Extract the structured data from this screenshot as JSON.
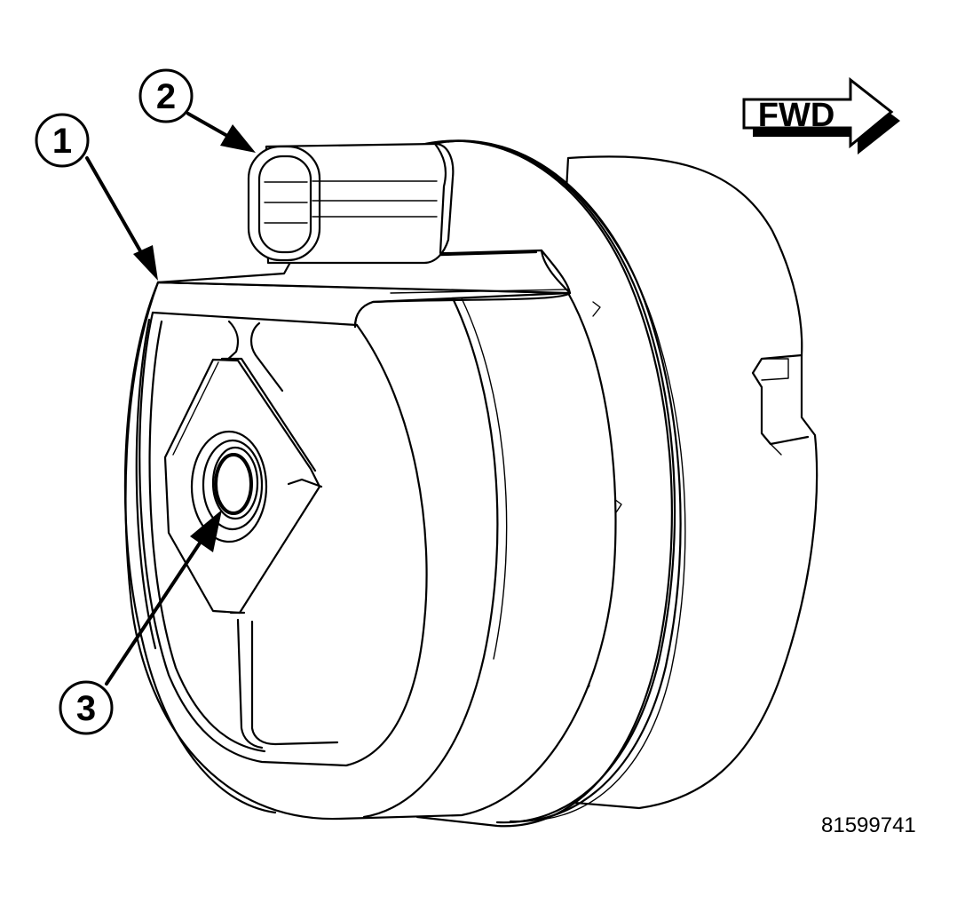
{
  "direction": {
    "label": "FWD"
  },
  "callouts": [
    {
      "number": "1"
    },
    {
      "number": "2"
    },
    {
      "number": "3"
    }
  ],
  "figure_id": "81599741",
  "colors": {
    "line": "#000000",
    "background": "#ffffff"
  }
}
